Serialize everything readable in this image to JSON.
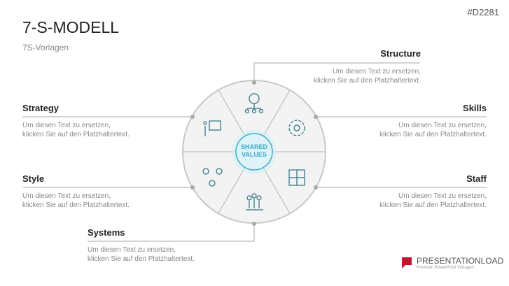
{
  "title": "7-S-MODELL",
  "subtitle": "7S-Vorlagen",
  "id": "#D2281",
  "center": {
    "line1": "SHARED",
    "line2": "VALUES"
  },
  "placeholder": {
    "line1": "Um diesen Text zu ersetzen,",
    "line2": "klicken Sie auf den Platzhaltertext."
  },
  "items": {
    "structure": "Structure",
    "strategy": "Strategy",
    "skills": "Skills",
    "style": "Style",
    "staff": "Staff",
    "systems": "Systems"
  },
  "logo": {
    "name": "PRESENTATIONLOAD",
    "tagline": "Premium PowerPoint Vorlagen"
  },
  "colors": {
    "accent": "#3aaec8",
    "logo": "#c8102e"
  }
}
